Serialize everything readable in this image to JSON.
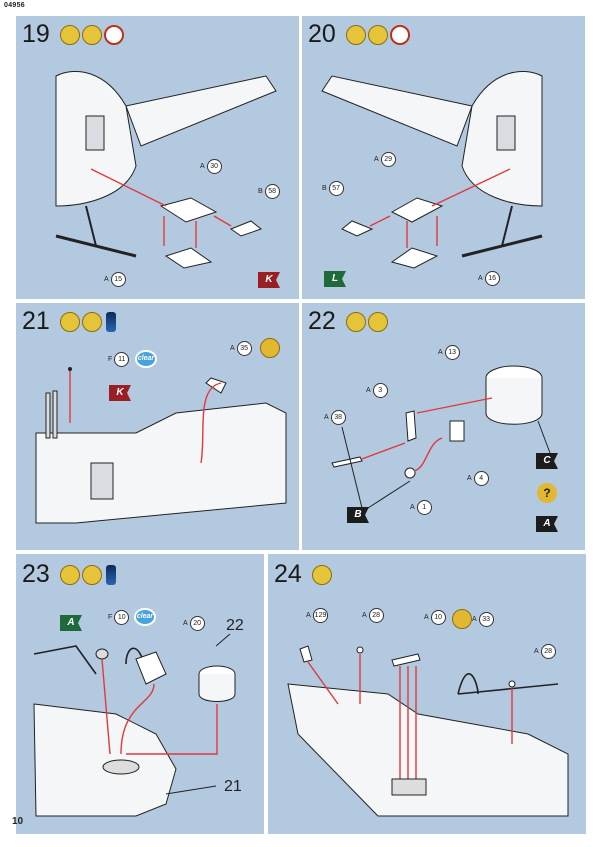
{
  "document": {
    "code": "04956",
    "page_number": "10"
  },
  "steps": [
    {
      "number": "19",
      "icons": [
        "glue-icon",
        "brush-glue-icon",
        "clock-icon"
      ],
      "parts": [
        {
          "sprue": "A",
          "num": "30"
        },
        {
          "sprue": "B",
          "num": "58"
        },
        {
          "sprue": "A",
          "num": "15"
        }
      ],
      "tags": [
        {
          "letter": "K",
          "color": "red"
        }
      ]
    },
    {
      "number": "20",
      "icons": [
        "glue-icon",
        "brush-glue-icon",
        "clock-icon"
      ],
      "parts": [
        {
          "sprue": "A",
          "num": "29"
        },
        {
          "sprue": "B",
          "num": "57"
        },
        {
          "sprue": "A",
          "num": "16"
        }
      ],
      "tags": [
        {
          "letter": "L",
          "color": "green"
        }
      ]
    },
    {
      "number": "21",
      "icons": [
        "glue-icon",
        "brush-glue-icon",
        "paint-pot-icon"
      ],
      "parts": [
        {
          "sprue": "F",
          "num": "11"
        },
        {
          "sprue": "A",
          "num": "35"
        }
      ],
      "clear_label": "clear",
      "tags": [
        {
          "letter": "K",
          "color": "red"
        }
      ]
    },
    {
      "number": "22",
      "icons": [
        "glue-icon",
        "brush-glue-icon"
      ],
      "parts": [
        {
          "sprue": "A",
          "num": "13"
        },
        {
          "sprue": "A",
          "num": "3"
        },
        {
          "sprue": "A",
          "num": "38"
        },
        {
          "sprue": "A",
          "num": "4"
        },
        {
          "sprue": "A",
          "num": "1"
        }
      ],
      "tags": [
        {
          "letter": "C",
          "color": "black"
        },
        {
          "letter": "A",
          "color": "black"
        },
        {
          "letter": "B",
          "color": "black"
        }
      ],
      "question_mark": "?"
    },
    {
      "number": "23",
      "icons": [
        "glue-icon",
        "brush-glue-icon",
        "paint-pot-icon"
      ],
      "parts": [
        {
          "sprue": "F",
          "num": "10"
        },
        {
          "sprue": "A",
          "num": "20"
        }
      ],
      "clear_label": "clear",
      "tags": [
        {
          "letter": "A",
          "color": "green"
        }
      ],
      "refs": [
        "22",
        "21"
      ]
    },
    {
      "number": "24",
      "icons": [
        "glue-icon"
      ],
      "parts": [
        {
          "sprue": "A",
          "num": "129"
        },
        {
          "sprue": "A",
          "num": "28"
        },
        {
          "sprue": "A",
          "num": "10"
        },
        {
          "sprue": "A",
          "num": "33"
        },
        {
          "sprue": "A",
          "num": "28"
        }
      ]
    }
  ]
}
